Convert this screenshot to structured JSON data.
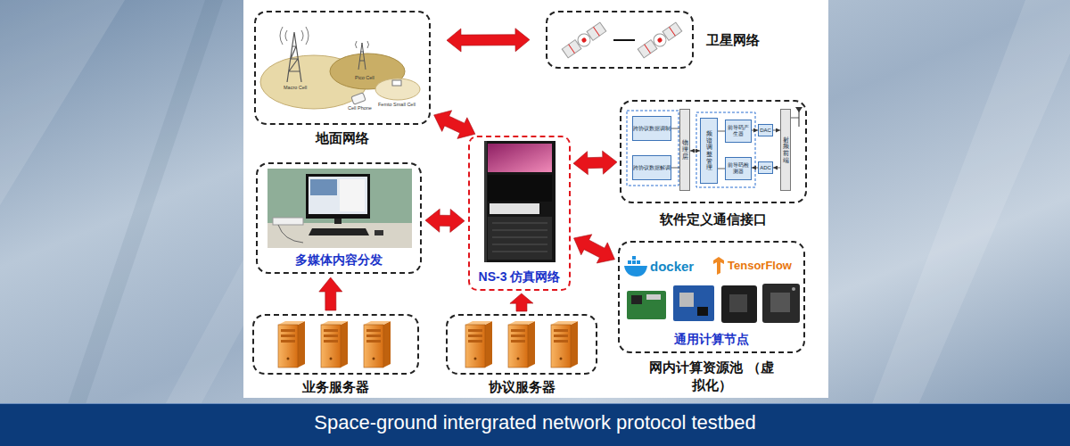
{
  "diagram": {
    "caption": "Space-ground intergrated network protocol testbed",
    "nodes": [
      {
        "text": [
          "地面网络"
        ]
      },
      {
        "text": [
          "卫星网络"
        ]
      },
      {
        "text": [
          "软件定义通信接口"
        ]
      },
      {
        "text": [
          "多媒体内容分发"
        ]
      },
      {
        "text": [
          "NS-3 仿真网络"
        ]
      },
      {
        "text": [
          "通用计算节点",
          "网内计算资源池 （虚拟化）"
        ]
      },
      {
        "text": [
          "业务服务器"
        ]
      },
      {
        "text": [
          "协议服务器"
        ]
      },
      {
        "text": [
          "跨协议数据调制"
        ],
        "in": 2
      },
      {
        "text": [
          "跨协议数据解调"
        ],
        "in": 2
      },
      {
        "text": [
          "物理层"
        ],
        "in": 2
      },
      {
        "text": [
          "频谱调整管理"
        ],
        "in": 2
      },
      {
        "text": [
          "前导码产生器"
        ],
        "in": 2
      },
      {
        "text": [
          "前导码检测器"
        ],
        "in": 2
      },
      {
        "text": [
          "DAC"
        ],
        "in": 2
      },
      {
        "text": [
          "ADC"
        ],
        "in": 2
      },
      {
        "text": [
          "射频前端"
        ],
        "in": 2
      }
    ],
    "edges": [
      {
        "from": 0,
        "to": 1,
        "arrow": "both"
      },
      {
        "from": 0,
        "to": 4,
        "arrow": "both"
      },
      {
        "from": 4,
        "to": 2,
        "arrow": "both"
      },
      {
        "from": 3,
        "to": 4,
        "arrow": "both"
      },
      {
        "from": 4,
        "to": 5,
        "arrow": "both"
      },
      {
        "from": 6,
        "to": 3,
        "arrow": "to"
      },
      {
        "from": 7,
        "to": 4,
        "arrow": "to"
      },
      {
        "from": 8,
        "to": 10,
        "arrow": "none"
      },
      {
        "from": 9,
        "to": 10,
        "arrow": "none"
      },
      {
        "from": 10,
        "to": 11,
        "arrow": "both"
      },
      {
        "from": 11,
        "to": 12,
        "arrow": "none"
      },
      {
        "from": 11,
        "to": 13,
        "arrow": "none"
      },
      {
        "from": 12,
        "to": 14,
        "arrow": "to"
      },
      {
        "from": 15,
        "to": 13,
        "arrow": "to"
      },
      {
        "from": 14,
        "to": 16,
        "arrow": "to"
      },
      {
        "from": 16,
        "to": 15,
        "arrow": "to"
      }
    ],
    "labels": [
      "Macro Cell",
      "Pico Cell",
      "Femto Small Cell",
      "Cell Phone",
      "docker",
      "TensorFlow"
    ]
  }
}
